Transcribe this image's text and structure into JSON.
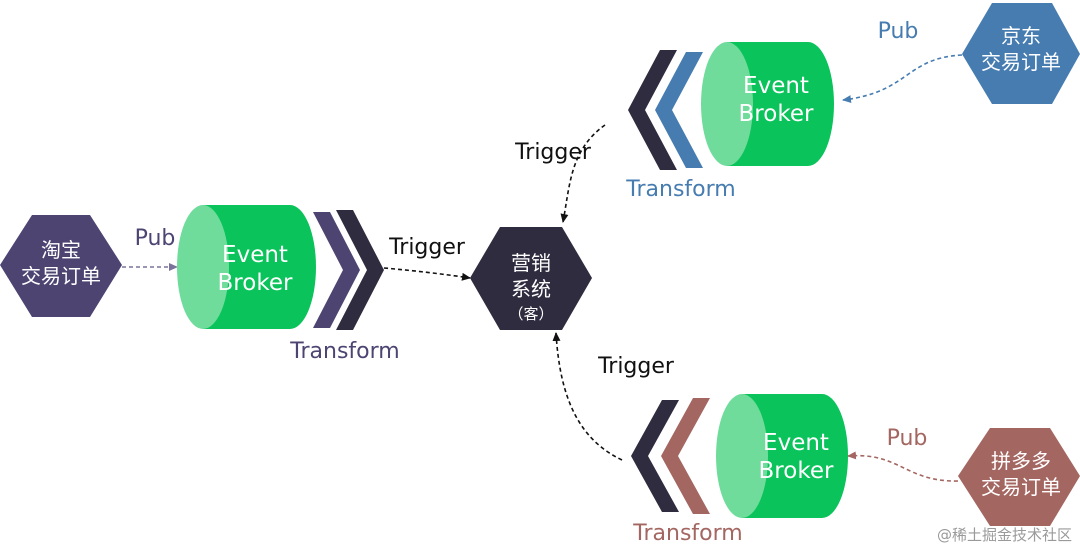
{
  "colors": {
    "broker_green": "#0ac35a",
    "broker_cap": "#6fdc9c",
    "taobao": "#4d4472",
    "jd": "#467cb0",
    "pdd": "#a36661",
    "marketing": "#2f2c3f",
    "chevron_dark": "#2f2c3f"
  },
  "nodes": {
    "taobao": {
      "line1": "淘宝",
      "line2": "交易订单"
    },
    "jd": {
      "line1": "京东",
      "line2": "交易订单"
    },
    "pdd": {
      "line1": "拼多多",
      "line2": "交易订单"
    },
    "marketing": {
      "line1": "营销",
      "line2": "系统",
      "line3": "（客）"
    }
  },
  "brokers": {
    "left": {
      "line1": "Event",
      "line2": "Broker"
    },
    "top": {
      "line1": "Event",
      "line2": "Broker"
    },
    "bottom": {
      "line1": "Event",
      "line2": "Broker"
    }
  },
  "labels": {
    "pub_left": "Pub",
    "pub_top": "Pub",
    "pub_bottom": "Pub",
    "trigger_left": "Trigger",
    "trigger_top": "Trigger",
    "trigger_bottom": "Trigger",
    "transform_left": "Transform",
    "transform_top": "Transform",
    "transform_bottom": "Transform"
  },
  "watermark": "@稀土掘金技术社区"
}
